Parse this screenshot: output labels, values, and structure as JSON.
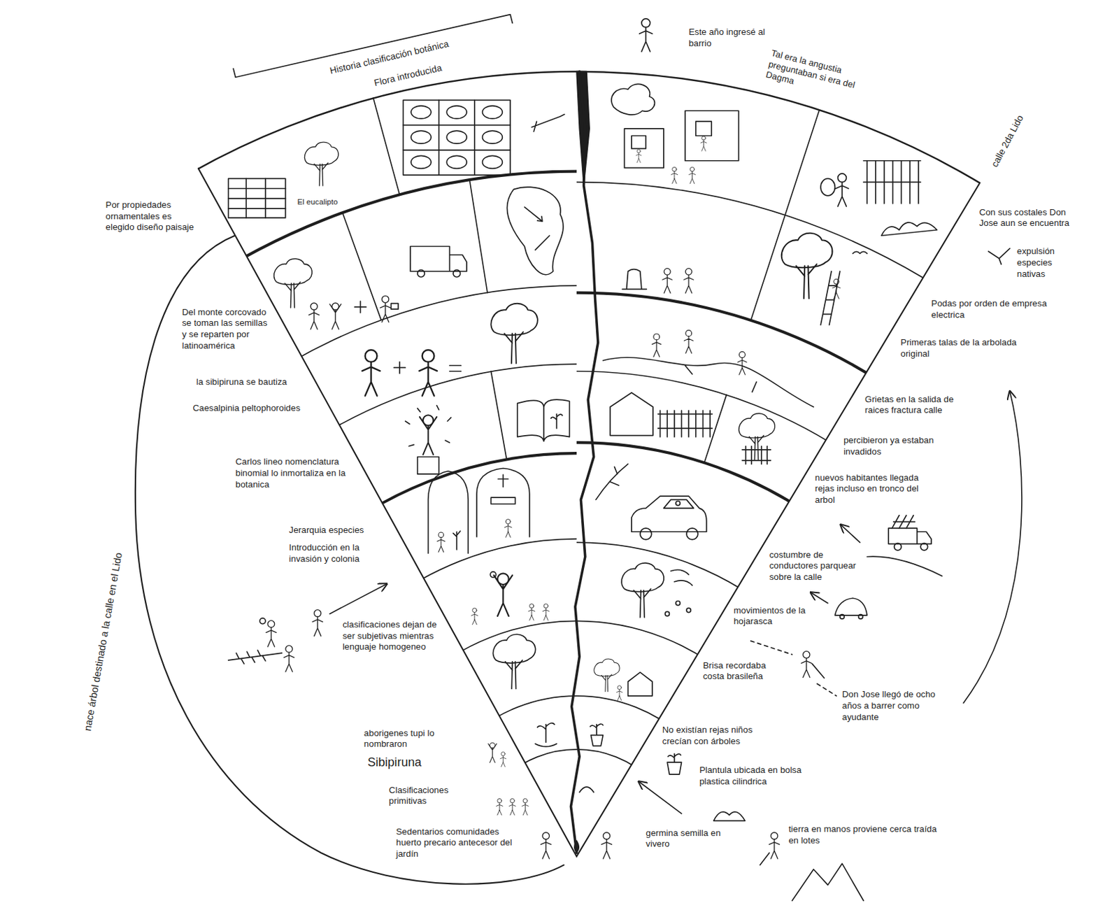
{
  "diagram": {
    "nodes": [
      {
        "text": [
          "El eucalipto"
        ]
      }
    ],
    "labels": [
      "Historia clasificación botánica",
      "Flora introducida",
      "Este año ingresé al barrio",
      "Tal era la angustia preguntaban si era del Dagma",
      "calle 2da Lido",
      "Por propiedades ornamentales es elegido diseño paisaje",
      "Con sus costales Don Jose aun se encuentra",
      "expulsión especies nativas",
      "Del monte corcovado se toman las semillas y se reparten por latinoamérica",
      "Podas por orden de empresa electrica",
      "Primeras talas de la arbolada original",
      "la sibipiruna se bautiza",
      "Caesalpinia peltophoroides",
      "Grietas en la salida de raices fractura calle",
      "percibieron ya estaban invadidos",
      "Carlos lineo nomenclatura binomial lo inmortaliza en la botanica",
      "nuevos habitantes llegada rejas incluso en tronco del arbol",
      "Jerarquia especies",
      "Introducción en la invasión y colonia",
      "costumbre de conductores parquear sobre la calle",
      "nace árbol destinado a la calle en el Lido",
      "clasificaciones dejan de ser subjetivas mientras lenguaje homogeneo",
      "movimientos de la hojarasca",
      "Brisa recordaba costa brasileña",
      "Don Jose llegó de ocho años a barrer como ayudante",
      "No existían rejas niños crecían con árboles",
      "aborigenes tupi lo nombraron",
      "Sibipiruna",
      "Plantula ubicada en bolsa plastica cilindrica",
      "Clasificaciones primitivas",
      "Sedentarios comunidades huerto precario antecesor del jardín",
      "germina semilla en vivero",
      "tierra en manos proviene cerca traída en lotes"
    ]
  }
}
